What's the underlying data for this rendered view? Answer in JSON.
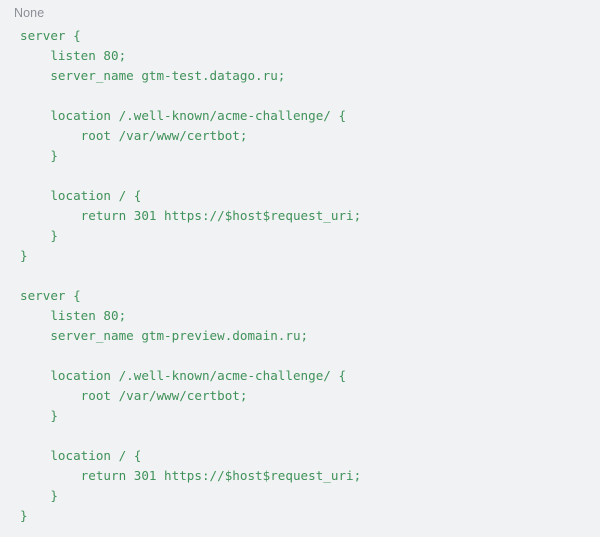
{
  "snippet": {
    "language_label": "None",
    "language_color": "#8b9096",
    "code_color": "#3f9259",
    "background_color": "#f1f2f4",
    "lines": [
      "server {",
      "    listen 80;",
      "    server_name gtm-test.datago.ru;",
      "",
      "    location /.well-known/acme-challenge/ {",
      "        root /var/www/certbot;",
      "    }",
      "",
      "    location / {",
      "        return 301 https://$host$request_uri;",
      "    }",
      "}",
      "",
      "server {",
      "    listen 80;",
      "    server_name gtm-preview.domain.ru;",
      "",
      "    location /.well-known/acme-challenge/ {",
      "        root /var/www/certbot;",
      "    }",
      "",
      "    location / {",
      "        return 301 https://$host$request_uri;",
      "    }",
      "}"
    ]
  }
}
